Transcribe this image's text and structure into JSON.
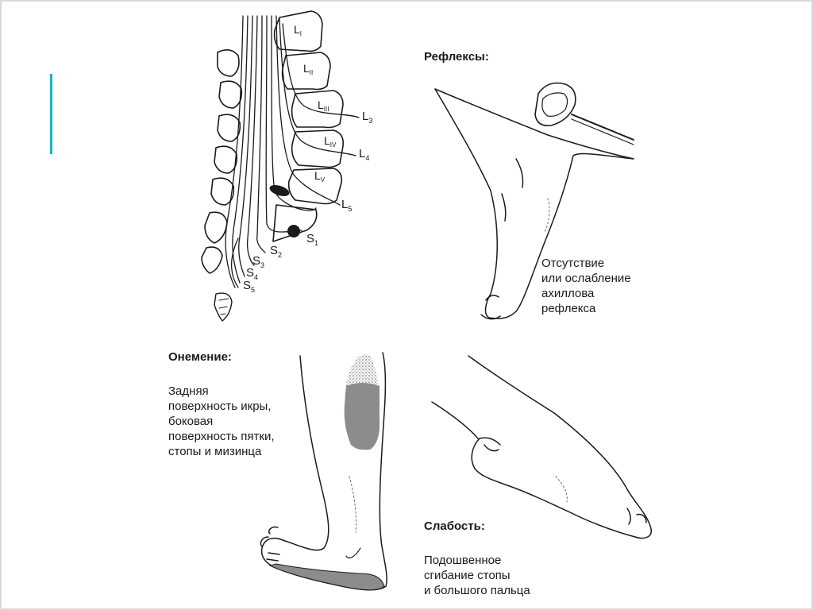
{
  "diagram": {
    "vertebra_labels": [
      "L",
      "L",
      "L",
      "L",
      "L"
    ],
    "vertebra_numerals": [
      "I",
      "II",
      "III",
      "IV",
      "V"
    ],
    "root_labels": [
      {
        "letter": "L",
        "sub": "3"
      },
      {
        "letter": "L",
        "sub": "4"
      },
      {
        "letter": "L",
        "sub": "5"
      },
      {
        "letter": "S",
        "sub": "1"
      },
      {
        "letter": "S",
        "sub": "2"
      },
      {
        "letter": "S",
        "sub": "3"
      },
      {
        "letter": "S",
        "sub": "4"
      },
      {
        "letter": "S",
        "sub": "5"
      }
    ]
  },
  "reflexes": {
    "heading": "Рефлексы:",
    "description": [
      "Отсутствие",
      "или ослабление",
      "ахиллова",
      "рефлекса"
    ]
  },
  "numbness": {
    "heading": "Онемение:",
    "description": [
      "Задняя",
      "поверхность икры,",
      "боковая",
      "поверхность пятки,",
      "стопы и мизинца"
    ]
  },
  "weakness": {
    "heading": "Слабость:",
    "description": [
      "Подошвенное",
      "сгибание стопы",
      "и большого пальца"
    ]
  },
  "colors": {
    "accent": "#1fb1c6",
    "ink": "#1a1a1a",
    "shade": "#8c8c8c"
  }
}
